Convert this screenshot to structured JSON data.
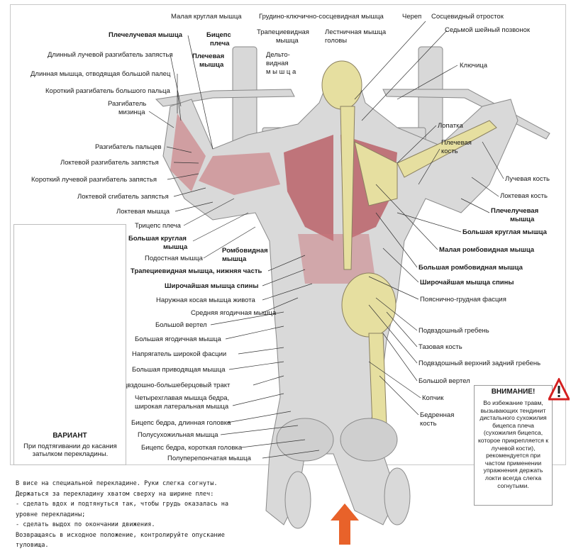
{
  "labels_left": [
    {
      "key": "l1",
      "text": "Плечелучевая мышца",
      "bold": true
    },
    {
      "key": "l2",
      "text": "Длинный лучевой разгибатель запястья"
    },
    {
      "key": "l3",
      "text": "Длинная мышца, отводящая большой палец"
    },
    {
      "key": "l4",
      "text": "Короткий разгибатель большого пальца"
    },
    {
      "key": "l5",
      "text": "Разгибатель"
    },
    {
      "key": "l6",
      "text": "мизинца"
    },
    {
      "key": "l7",
      "text": "Разгибатель пальцев"
    },
    {
      "key": "l8",
      "text": "Локтевой разгибатель запястья"
    },
    {
      "key": "l9",
      "text": "Короткий лучевой разгибатель запястья"
    },
    {
      "key": "l10",
      "text": "Локтевой сгибатель запястья"
    },
    {
      "key": "l11",
      "text": "Локтевая мышца"
    },
    {
      "key": "l12",
      "text": "Трицепс плеча"
    },
    {
      "key": "l13",
      "text": "Большая круглая",
      "bold": true
    },
    {
      "key": "l14",
      "text": "мышца",
      "bold": true
    },
    {
      "key": "l15",
      "text": "Подостная мышца"
    },
    {
      "key": "l16",
      "text": "Трапециевидная мышца, нижняя часть",
      "bold": true
    },
    {
      "key": "l17",
      "text": "Широчайшая мышца спины",
      "bold": true
    },
    {
      "key": "l18",
      "text": "Наружная косая мышца живота"
    },
    {
      "key": "l19",
      "text": "Средняя ягодичная мышца"
    },
    {
      "key": "l20",
      "text": "Большой вертел"
    },
    {
      "key": "l21",
      "text": "Большая ягодичная мышца"
    },
    {
      "key": "l22",
      "text": "Напрягатель широкой фасции"
    },
    {
      "key": "l23",
      "text": "Большая приводящая мышца"
    },
    {
      "key": "l24",
      "text": "Подвздошно-большеберцовый тракт"
    },
    {
      "key": "l25",
      "text": "Четырехглавая мышца бедра,"
    },
    {
      "key": "l26",
      "text": "широкая латеральная мышца"
    },
    {
      "key": "l27",
      "text": "Бицепс бедра, длинная головка"
    },
    {
      "key": "l28",
      "text": "Полусухожильная мышца"
    },
    {
      "key": "l29",
      "text": "Бицепс бедра, короткая головка"
    },
    {
      "key": "l30",
      "text": "Полуперепончатая мышца"
    }
  ],
  "labels_top": [
    {
      "key": "t1",
      "text": "Малая круглая мышца"
    },
    {
      "key": "t2",
      "text": "Грудино-ключично-сосцевидная мышца"
    },
    {
      "key": "t3",
      "text": "Череп"
    },
    {
      "key": "t4",
      "text": "Сосцевидный отросток"
    },
    {
      "key": "t5",
      "text": "Бицепс",
      "bold": true
    },
    {
      "key": "t6",
      "text": "плеча",
      "bold": true
    },
    {
      "key": "t7",
      "text": "Трапециевидная"
    },
    {
      "key": "t8",
      "text": "мышца"
    },
    {
      "key": "t9",
      "text": "Лестничная мышца"
    },
    {
      "key": "t10",
      "text": "головы"
    },
    {
      "key": "t11",
      "text": "Седьмой шейный позвонок"
    },
    {
      "key": "t12",
      "text": "Плечевая",
      "bold": true
    },
    {
      "key": "t13",
      "text": "мышца",
      "bold": true
    },
    {
      "key": "t14",
      "text": "Дельто-"
    },
    {
      "key": "t15",
      "text": "видная"
    },
    {
      "key": "t16",
      "text": "м ы ш ц а"
    },
    {
      "key": "t17",
      "text": "Ромбовидная",
      "bold": true
    },
    {
      "key": "t18",
      "text": "мышца",
      "bold": true
    }
  ],
  "labels_right": [
    {
      "key": "r1",
      "text": "Ключица"
    },
    {
      "key": "r2",
      "text": "Лопатка"
    },
    {
      "key": "r3",
      "text": "Плечевая"
    },
    {
      "key": "r4",
      "text": "кость"
    },
    {
      "key": "r5",
      "text": "Лучевая кость"
    },
    {
      "key": "r6",
      "text": "Локтевая кость"
    },
    {
      "key": "r7",
      "text": "Плечелучевая",
      "bold": true
    },
    {
      "key": "r8",
      "text": "мышца",
      "bold": true
    },
    {
      "key": "r9",
      "text": "Большая круглая мышца",
      "bold": true
    },
    {
      "key": "r10",
      "text": "Малая ромбовидная мышца",
      "bold": true
    },
    {
      "key": "r11",
      "text": "Большая ромбовидная мышца",
      "bold": true
    },
    {
      "key": "r12",
      "text": "Широчайшая мышца спины",
      "bold": true
    },
    {
      "key": "r13",
      "text": "Пояснично-грудная фасция"
    },
    {
      "key": "r14",
      "text": "Подвздошный гребень"
    },
    {
      "key": "r15",
      "text": "Тазовая кость"
    },
    {
      "key": "r16",
      "text": "Подвздошный верхний задний гребень"
    },
    {
      "key": "r17",
      "text": "Большой вертел"
    },
    {
      "key": "r18",
      "text": "Копчик"
    },
    {
      "key": "r19",
      "text": "Бедренная"
    },
    {
      "key": "r20",
      "text": "кость"
    }
  ],
  "variant": {
    "title": "ВАРИАНТ",
    "text": "При подтягивании до касания затылком перекладины."
  },
  "instructions": [
    "В висе на специальной перекладине. Руки слегка согнуты.",
    "Держаться за перекладину хватом сверху на ширине плеч:",
    "- сделать вдох и подтянуться так, чтобы грудь оказалась на",
    "уровне перекладины;",
    "- сделать выдох по окончании движения.",
    "Возвращаясь в исходное положение, контролируйте опускание",
    "туловища."
  ],
  "warning": {
    "title": "ВНИМАНИЕ!",
    "text": "Во избежание травм, вызывающих тендинит дистального сухожилия бицепса плеча (сухожилия бицепса, которое прикрепляется к лучевой кости), рекомендуется при частом применении упражнения держать локти всегда слегка согнутыми."
  },
  "icons": {
    "warning": "warning-triangle-icon",
    "arrow": "up-arrow-icon"
  },
  "colors": {
    "muscle": "#b5525a",
    "body": "#d9d9d9",
    "bone": "#e6dfa0",
    "arrow": "#e8622a",
    "warn": "#d42020"
  }
}
